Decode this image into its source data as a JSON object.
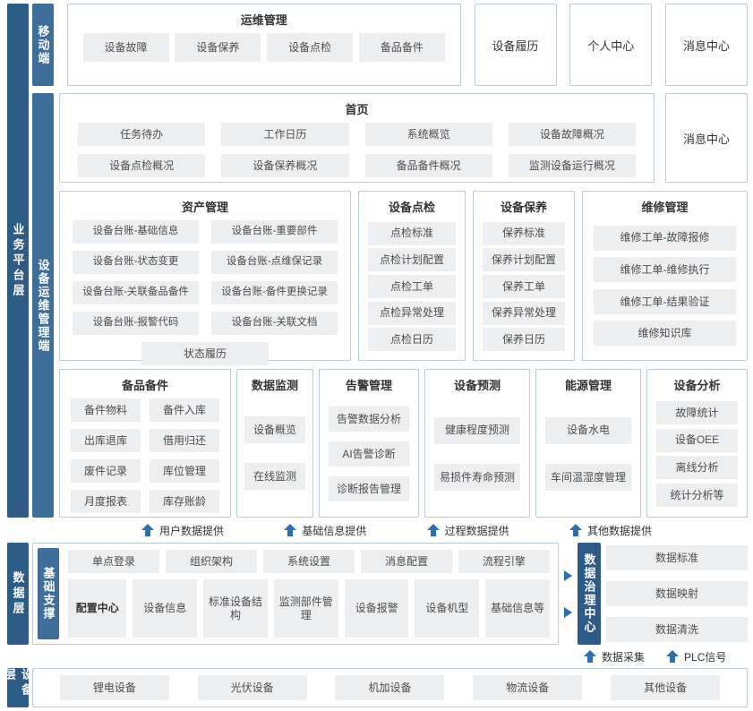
{
  "colors": {
    "layer_bar": "#2d5b87",
    "sub_bar": "#3f6e9c",
    "item_bg": "#edeef0",
    "box_border": "#bccadb",
    "arrow": "#2f6eb3"
  },
  "business": {
    "label": "业务平台层",
    "mobile": {
      "label": "移动端",
      "ops": {
        "title": "运维管理",
        "items": [
          "设备故障",
          "设备保养",
          "设备点检",
          "备品备件"
        ]
      },
      "solos": [
        "设备履历",
        "个人中心",
        "消息中心"
      ]
    },
    "mgmt": {
      "label": "设备运维管理端",
      "home": {
        "title": "首页",
        "items": [
          "任务待办",
          "工作日历",
          "系统概览",
          "设备故障概况",
          "设备点检概况",
          "设备保养概况",
          "备品备件概况",
          "监测设备运行概况"
        ]
      },
      "message_center": "消息中心",
      "asset": {
        "title": "资产管理",
        "items": [
          "设备台账-基础信息",
          "设备台账-重要部件",
          "设备台账-状态变更",
          "设备台账-点维保记录",
          "设备台账-关联备品备件",
          "设备台账-备件更换记录",
          "设备台账-报警代码",
          "设备台账-关联文档"
        ],
        "footer": "状态履历"
      },
      "inspection": {
        "title": "设备点检",
        "items": [
          "点检标准",
          "点检计划配置",
          "点检工单",
          "点检异常处理",
          "点检日历"
        ]
      },
      "upkeep": {
        "title": "设备保养",
        "items": [
          "保养标准",
          "保养计划配置",
          "保养工单",
          "保养异常处理",
          "保养日历"
        ]
      },
      "repair": {
        "title": "维修管理",
        "items": [
          "维修工单-故障报修",
          "维修工单-维修执行",
          "维修工单-结果验证",
          "维修知识库"
        ]
      },
      "spare": {
        "title": "备品备件",
        "items": [
          "备件物料",
          "备件入库",
          "出库退库",
          "借用归还",
          "废件记录",
          "库位管理",
          "月度报表",
          "库存账龄"
        ]
      },
      "monitor": {
        "title": "数据监测",
        "items": [
          "设备概览",
          "在线监测"
        ]
      },
      "alarm": {
        "title": "告警管理",
        "items": [
          "告警数据分析",
          "AI告警诊断",
          "诊断报告管理"
        ]
      },
      "predict": {
        "title": "设备预测",
        "items": [
          "健康程度预测",
          "易损件寿命预测"
        ]
      },
      "energy": {
        "title": "能源管理",
        "items": [
          "设备水电",
          "车间温湿度管理"
        ]
      },
      "analysis": {
        "title": "设备分析",
        "items": [
          "故障统计",
          "设备OEE",
          "离线分析",
          "统计分析等"
        ]
      }
    }
  },
  "flow_labels": [
    "用户数据提供",
    "基础信息提供",
    "过程数据提供",
    "其他数据提供"
  ],
  "data_layer": {
    "label": "数据层",
    "support": {
      "label": "基础支撑",
      "row1": [
        "单点登录",
        "组织架构",
        "系统设置",
        "消息配置",
        "流程引擎"
      ],
      "config_title": "配置中心",
      "row2": [
        "设备信息",
        "标准设备结构",
        "监测部件管理",
        "设备报警",
        "设备机型",
        "基础信息等"
      ]
    },
    "governance": {
      "label": "数据治理中心",
      "items": [
        "数据标准",
        "数据映射",
        "数据清洗"
      ]
    },
    "intake_labels": [
      "数据采集",
      "PLC信号"
    ]
  },
  "equipment": {
    "label": "设备层",
    "items": [
      "锂电设备",
      "光伏设备",
      "机加设备",
      "物流设备",
      "其他设备"
    ]
  }
}
